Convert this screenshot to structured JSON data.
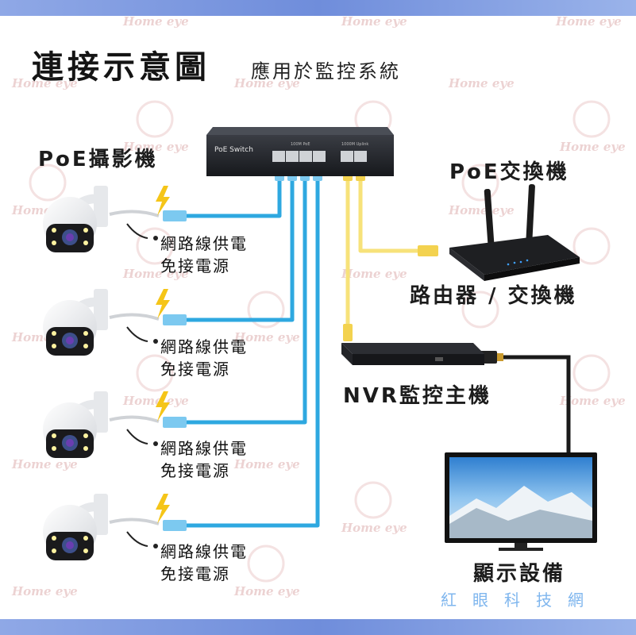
{
  "title": "連接示意圖",
  "subtitle": "應用於監控系統",
  "camera_group_label": "PoE攝影機",
  "switch_panel_label": "PoE Switch",
  "switch_port_label_left": "100M PoE",
  "switch_port_label_right": "1000M Uplink",
  "poe_switch_label": "PoE交換機",
  "router_label": "路由器 / 交換機",
  "nvr_label": "NVR監控主機",
  "display_label": "顯示設備",
  "brand": "紅眼科技網",
  "watermark": "Home eye",
  "camera_notes": [
    {
      "line1": "網路線供電",
      "line2": "免接電源"
    },
    {
      "line1": "網路線供電",
      "line2": "免接電源"
    },
    {
      "line1": "網路線供電",
      "line2": "免接電源"
    },
    {
      "line1": "網路線供電",
      "line2": "免接電源"
    }
  ],
  "colors": {
    "poe_cable": "#2ea8e0",
    "uplink_cable": "#f7e27a",
    "hdmi_cable": "#1a1a1a",
    "band": "#7b96df",
    "brand": "#7fb6ee",
    "lightning": "#f5c518"
  }
}
